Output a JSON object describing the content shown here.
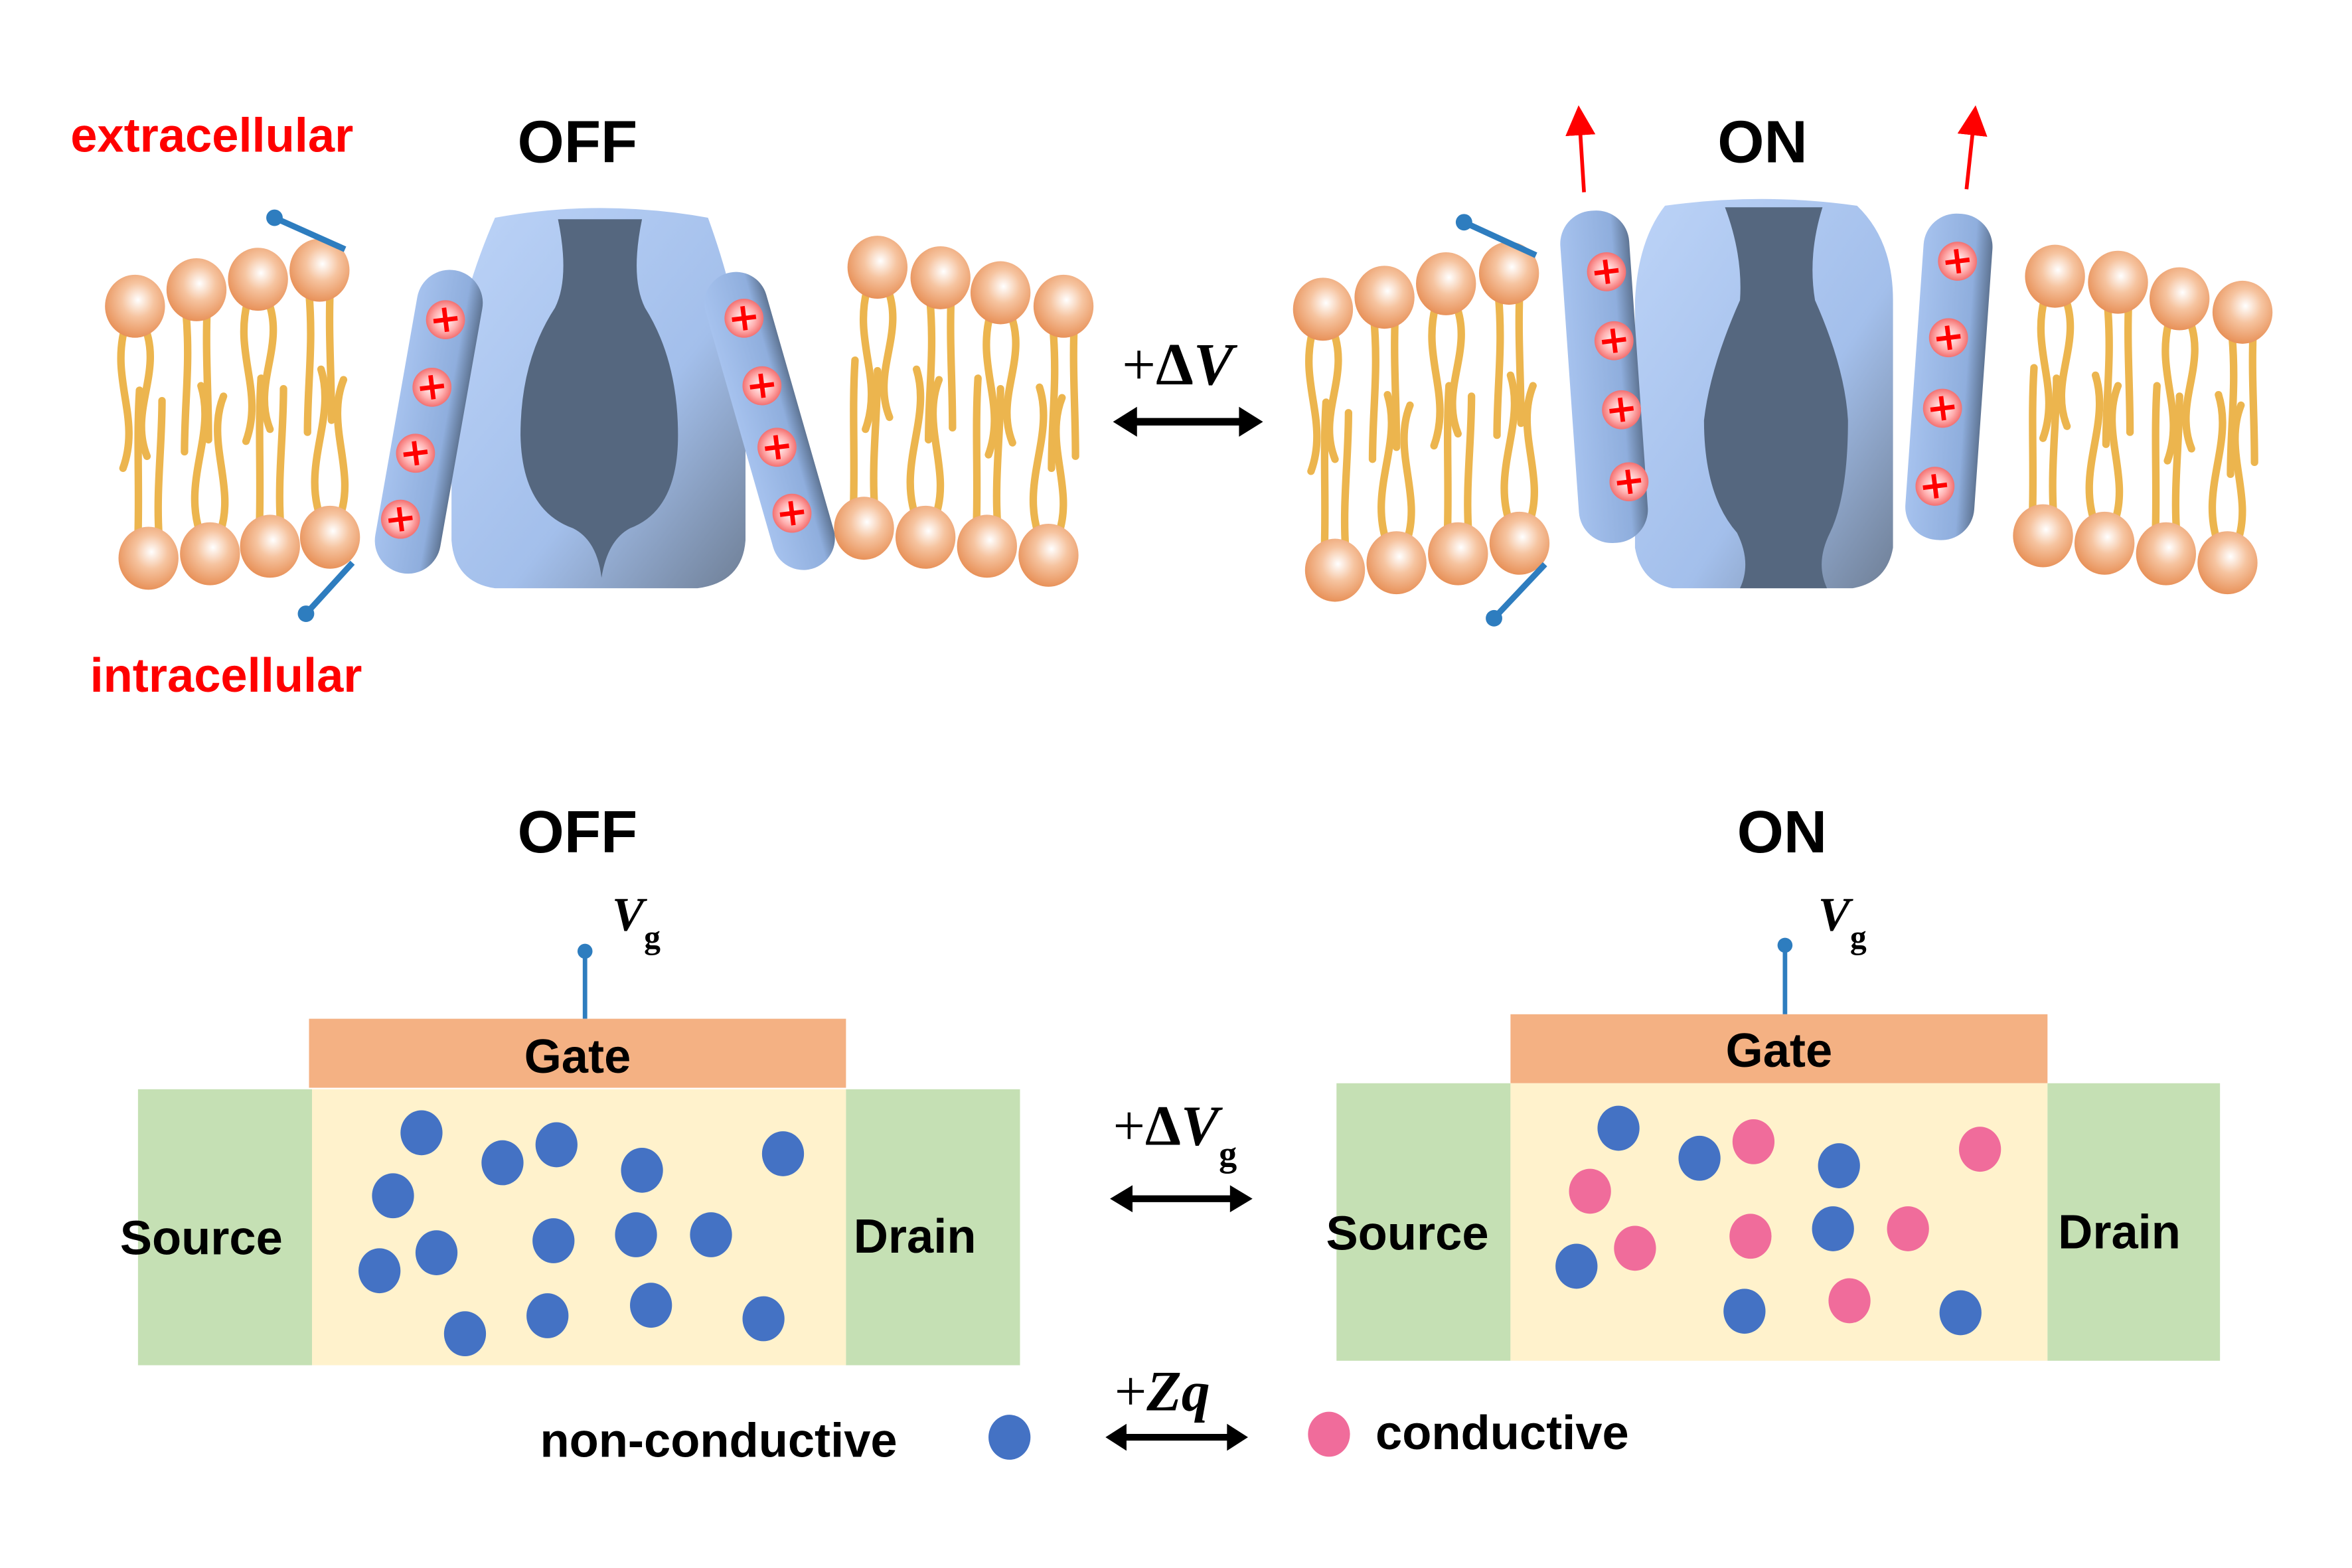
{
  "colors": {
    "region_label": "#FF0000",
    "lipid_head": "#E8925A",
    "lipid_tail": "#ECB54E",
    "protein_light": "#A9C5F0",
    "protein_dark": "#55677F",
    "charge_plus": "#FF0000",
    "gate_wire": "#2E7DBF",
    "gate": "#F4B183",
    "channel": "#FFF2CC",
    "source_drain": "#C5E0B4",
    "non_conductive": "#4472C4",
    "conductive": "#F06C9B",
    "motion_arrow": "#FF0000"
  },
  "ion_channel": {
    "region_labels": {
      "extracellular": "extracellular",
      "intracellular": "intracellular"
    },
    "off_state": {
      "title": "OFF",
      "voltage_sensor_charges": 8
    },
    "on_state": {
      "title": "ON",
      "voltage_sensor_charges": 8
    },
    "transition": {
      "prefix": "+",
      "delta": "Δ",
      "symbol": "V"
    }
  },
  "transistor": {
    "off_state": {
      "title": "OFF",
      "gate_voltage": {
        "symbol": "V",
        "subscript": "g"
      },
      "gate_label": "Gate",
      "source_label": "Source",
      "drain_label": "Drain",
      "carriers": {
        "non_conductive": 16,
        "conductive": 0
      }
    },
    "on_state": {
      "title": "ON",
      "gate_voltage": {
        "symbol": "V",
        "subscript": "g"
      },
      "gate_label": "Gate",
      "source_label": "Source",
      "drain_label": "Drain",
      "carriers": {
        "non_conductive": 8,
        "conductive": 8
      }
    },
    "transition": {
      "prefix": "+",
      "delta": "Δ",
      "symbol": "V",
      "subscript": "g"
    }
  },
  "legend": {
    "non_conductive_label": "non-conductive",
    "conductive_label": "conductive",
    "conversion": {
      "prefix": "+",
      "symbol": "Zq"
    }
  }
}
